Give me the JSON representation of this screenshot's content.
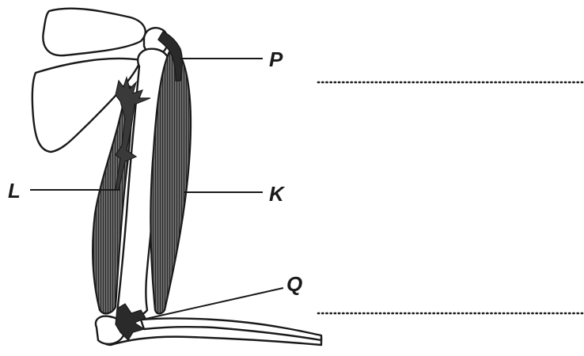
{
  "diagram": {
    "labels": {
      "p": "P",
      "k": "K",
      "l": "L",
      "q": "Q"
    },
    "colors": {
      "ink": "#1a1a1a",
      "bone": "#ffffff",
      "muscle_fill": "#5a5a5a"
    },
    "answer_lines": 2
  }
}
